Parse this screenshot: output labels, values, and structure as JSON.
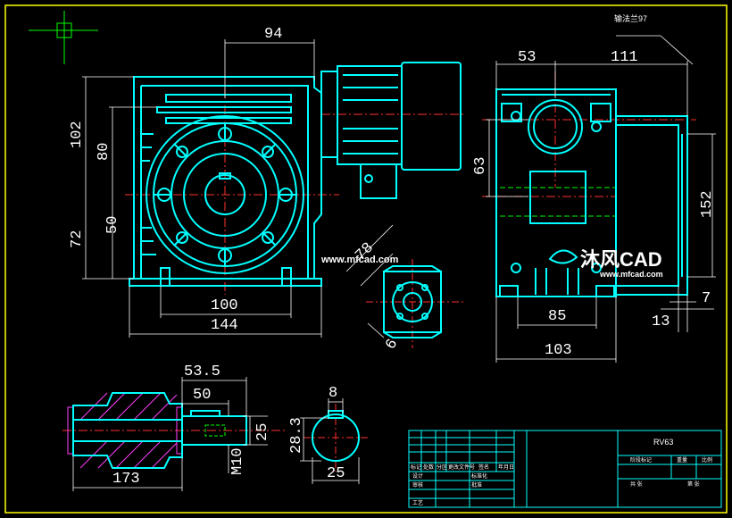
{
  "dimensions": {
    "front_width_top": "94",
    "front_height_total": "102",
    "front_height_upper": "80",
    "front_height_mid": "50",
    "front_height_lower": "72",
    "front_base_inner": "100",
    "front_base_outer": "144",
    "side_top_left": "53",
    "side_top_right": "111",
    "side_height_63": "63",
    "side_flange_152": "152",
    "side_flange_7": "7",
    "side_flange_13": "13",
    "side_base_85": "85",
    "side_base_103": "103",
    "flange_diag_78": "78",
    "flange_6": "6",
    "shaft_53_5": "53.5",
    "shaft_50": "50",
    "shaft_25": "25",
    "shaft_m10": "M10",
    "shaft_173": "173",
    "key_8": "8",
    "key_28_3": "28.3",
    "key_25": "25"
  },
  "labels": {
    "flange_note": "法兰97",
    "flange_note_prefix": "输",
    "watermark_main": "沐风CAD",
    "watermark_url": "www.mfcad.com",
    "watermark_small": "www.mfcad.com",
    "title_block_name": "RV63"
  },
  "title_block": {
    "row_labels": [
      "标记",
      "处数",
      "分区",
      "更改文件号",
      "签名",
      "年月日"
    ],
    "left_rows": [
      "设计",
      "审核",
      "工艺"
    ],
    "mid_rows": [
      "标准化",
      "批准"
    ],
    "right_headers": [
      "阶段标记",
      "重量",
      "比例"
    ],
    "footer": [
      "共 张",
      "第 张"
    ]
  },
  "colors": {
    "background": "#000000",
    "border": "#ffff00",
    "outline": "#00ffff",
    "center_line": "#ff3030",
    "dimension": "#ffffff",
    "hatch": "#ff40ff",
    "thread": "#00ff00"
  }
}
